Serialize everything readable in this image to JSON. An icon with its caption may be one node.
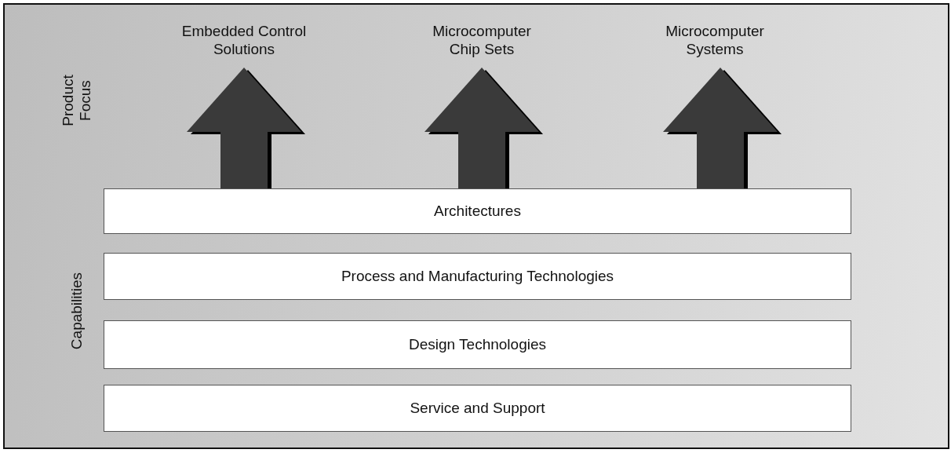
{
  "diagram": {
    "nodes": [
      {
        "text": [
          "Embedded Control Solutions"
        ]
      },
      {
        "text": [
          "Microcomputer Chip Sets"
        ]
      },
      {
        "text": [
          "Microcomputer Systems"
        ]
      },
      {
        "text": [
          "Architectures"
        ]
      },
      {
        "text": [
          "Process and Manufacturing Technologies"
        ]
      },
      {
        "text": [
          "Design Technologies"
        ]
      },
      {
        "text": [
          "Service and Support"
        ]
      }
    ],
    "edges": [
      {
        "from": 3,
        "to": 0,
        "arrow": "to"
      },
      {
        "from": 3,
        "to": 1,
        "arrow": "to"
      },
      {
        "from": 3,
        "to": 2,
        "arrow": "to"
      }
    ],
    "labels": [
      "Product Focus",
      "Capabilities"
    ]
  }
}
